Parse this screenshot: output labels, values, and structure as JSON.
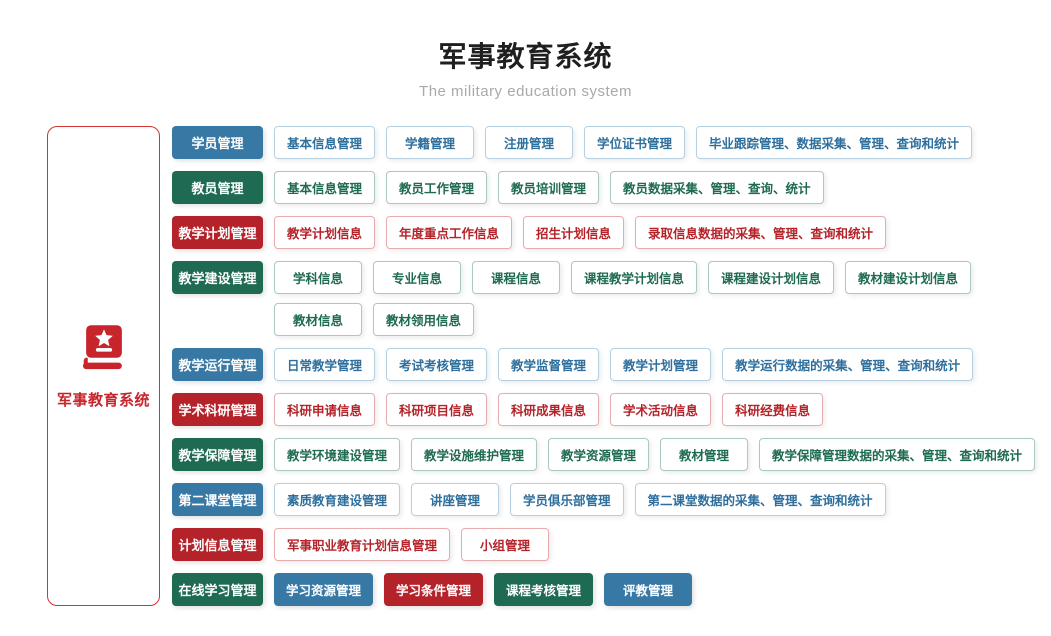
{
  "header": {
    "title": "军事教育系统",
    "subtitle": "The military education system"
  },
  "root": {
    "label": "军事教育系统",
    "icon": "book-star-icon",
    "border_color": "#d23430",
    "text_color": "#c7242b",
    "icon_color": "#c7242b"
  },
  "palette": {
    "blue": {
      "solid": "#3878a5",
      "text": "#2f6f9d",
      "border": "#b6d0e2"
    },
    "green": {
      "solid": "#1e6a52",
      "text": "#1e6a52",
      "border": "#abc9bf"
    },
    "red": {
      "solid": "#b5232a",
      "text": "#b5232a",
      "border": "#e7abad"
    }
  },
  "rows": [
    {
      "category": "学员管理",
      "color": "blue",
      "lines": [
        [
          {
            "label": "基本信息管理"
          },
          {
            "label": "学籍管理"
          },
          {
            "label": "注册管理"
          },
          {
            "label": "学位证书管理"
          },
          {
            "label": "毕业跟踪管理、数据采集、管理、查询和统计"
          }
        ]
      ]
    },
    {
      "category": "教员管理",
      "color": "green",
      "lines": [
        [
          {
            "label": "基本信息管理"
          },
          {
            "label": "教员工作管理"
          },
          {
            "label": "教员培训管理"
          },
          {
            "label": "教员数据采集、管理、查询、统计"
          }
        ]
      ]
    },
    {
      "category": "教学计划管理",
      "color": "red",
      "lines": [
        [
          {
            "label": "教学计划信息"
          },
          {
            "label": "年度重点工作信息"
          },
          {
            "label": "招生计划信息"
          },
          {
            "label": "录取信息数据的采集、管理、查询和统计"
          }
        ]
      ]
    },
    {
      "category": "教学建设管理",
      "color": "green",
      "lines": [
        [
          {
            "label": "学科信息"
          },
          {
            "label": "专业信息"
          },
          {
            "label": "课程信息"
          },
          {
            "label": "课程教学计划信息"
          },
          {
            "label": "课程建设计划信息"
          },
          {
            "label": "教材建设计划信息"
          }
        ],
        [
          {
            "label": "教材信息"
          },
          {
            "label": "教材领用信息"
          }
        ]
      ]
    },
    {
      "category": "教学运行管理",
      "color": "blue",
      "lines": [
        [
          {
            "label": "日常教学管理"
          },
          {
            "label": "考试考核管理"
          },
          {
            "label": "教学监督管理"
          },
          {
            "label": "教学计划管理"
          },
          {
            "label": "教学运行数据的采集、管理、查询和统计"
          }
        ]
      ]
    },
    {
      "category": "学术科研管理",
      "color": "red",
      "lines": [
        [
          {
            "label": "科研申请信息"
          },
          {
            "label": "科研项目信息"
          },
          {
            "label": "科研成果信息"
          },
          {
            "label": "学术活动信息"
          },
          {
            "label": "科研经费信息"
          }
        ]
      ]
    },
    {
      "category": "教学保障管理",
      "color": "green",
      "lines": [
        [
          {
            "label": "教学环境建设管理"
          },
          {
            "label": "教学设施维护管理"
          },
          {
            "label": "教学资源管理"
          },
          {
            "label": "教材管理"
          },
          {
            "label": "教学保障管理数据的采集、管理、查询和统计"
          }
        ]
      ]
    },
    {
      "category": "第二课堂管理",
      "color": "blue",
      "lines": [
        [
          {
            "label": "素质教育建设管理"
          },
          {
            "label": "讲座管理"
          },
          {
            "label": "学员俱乐部管理"
          },
          {
            "label": "第二课堂数据的采集、管理、查询和统计"
          }
        ]
      ]
    },
    {
      "category": "计划信息管理",
      "color": "red",
      "lines": [
        [
          {
            "label": "军事职业教育计划信息管理"
          },
          {
            "label": "小组管理"
          }
        ]
      ]
    },
    {
      "category": "在线学习管理",
      "color": "green",
      "lines": [
        [
          {
            "label": "学习资源管理",
            "solid": true,
            "color": "blue"
          },
          {
            "label": "学习条件管理",
            "solid": true,
            "color": "red"
          },
          {
            "label": "课程考核管理",
            "solid": true,
            "color": "green"
          },
          {
            "label": "评教管理",
            "solid": true,
            "color": "blue"
          }
        ]
      ]
    }
  ]
}
